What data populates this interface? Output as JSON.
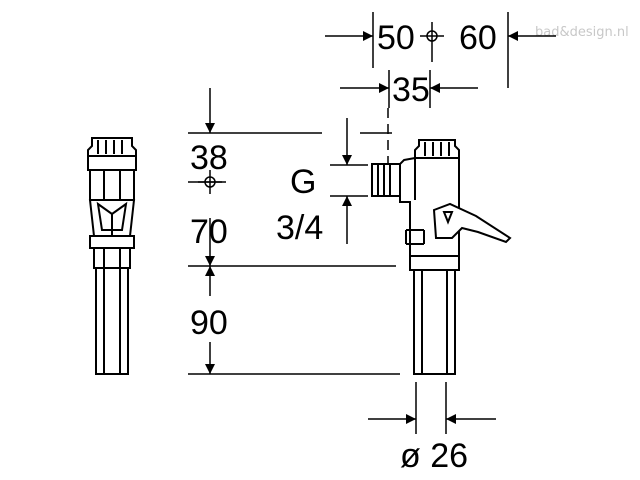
{
  "watermark": "bad&design.nl",
  "dimensions": {
    "top_left_width": "50",
    "top_right_width": "60",
    "inlet_offset": "35",
    "top_height": "38",
    "thread_label": "G",
    "thread_size": "3/4",
    "middle_height": "70",
    "pipe_length": "90",
    "pipe_diameter": "ø 26"
  },
  "colors": {
    "line": "#000000",
    "fill": "#ffffff",
    "watermark": "#c8c8c8"
  }
}
